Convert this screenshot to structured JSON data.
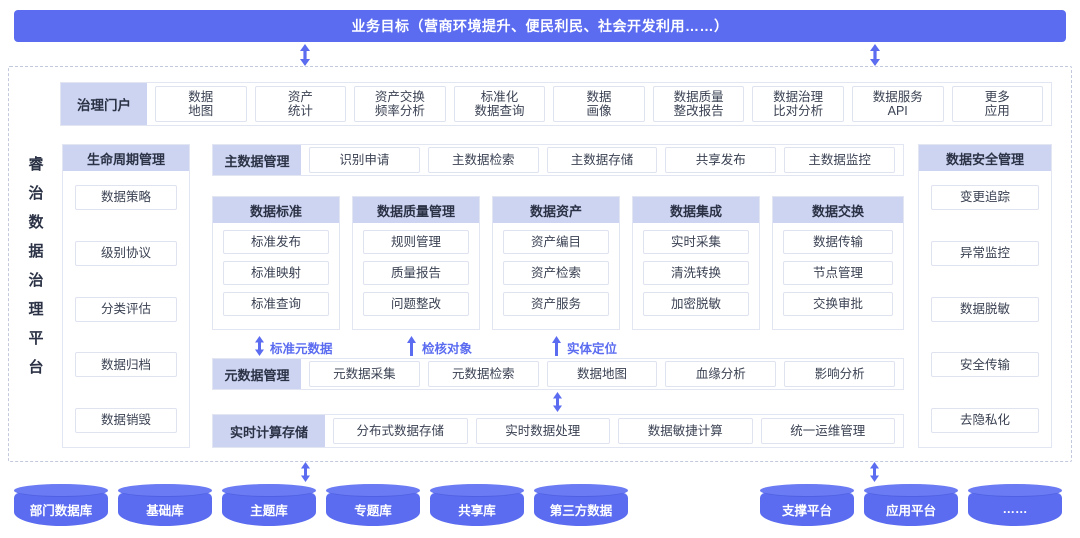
{
  "banner": {
    "title": "业务目标（营商环境提升、便民利民、社会开发利用……）",
    "accent": "#5b6cf0"
  },
  "platform": {
    "vertical_title": "睿治数据治理平台",
    "vertical_chars": [
      "睿",
      "治",
      "数",
      "据",
      "治",
      "理",
      "平",
      "台"
    ]
  },
  "portal": {
    "head": "治理门户",
    "items": [
      "数据\n地图",
      "资产\n统计",
      "资产交换\n频率分析",
      "标准化\n数据查询",
      "数据\n画像",
      "数据质量\n整改报告",
      "数据治理\n比对分析",
      "数据服务\nAPI",
      "更多\n应用"
    ]
  },
  "lifecycle": {
    "head": "生命周期管理",
    "items": [
      "数据策略",
      "级别协议",
      "分类评估",
      "数据归档",
      "数据销毁"
    ]
  },
  "master_data": {
    "head": "主数据管理",
    "items": [
      "识别申请",
      "主数据检索",
      "主数据存储",
      "共享发布",
      "主数据监控"
    ]
  },
  "columns": [
    {
      "head": "数据标准",
      "items": [
        "标准发布",
        "标准映射",
        "标准查询"
      ]
    },
    {
      "head": "数据质量管理",
      "items": [
        "规则管理",
        "质量报告",
        "问题整改"
      ]
    },
    {
      "head": "数据资产",
      "items": [
        "资产编目",
        "资产检索",
        "资产服务"
      ]
    },
    {
      "head": "数据集成",
      "items": [
        "实时采集",
        "清洗转换",
        "加密脱敏"
      ]
    },
    {
      "head": "数据交换",
      "items": [
        "数据传输",
        "节点管理",
        "交换审批"
      ]
    }
  ],
  "annotations": [
    {
      "label": "标准元数据",
      "arrow": "double"
    },
    {
      "label": "检核对象",
      "arrow": "up"
    },
    {
      "label": "实体定位",
      "arrow": "up"
    }
  ],
  "metadata": {
    "head": "元数据管理",
    "items": [
      "元数据采集",
      "元数据检索",
      "数据地图",
      "血缘分析",
      "影响分析"
    ]
  },
  "realtime": {
    "head": "实时计算存储",
    "items": [
      "分布式数据存储",
      "实时数据处理",
      "数据敏捷计算",
      "统一运维管理"
    ]
  },
  "security": {
    "head": "数据安全管理",
    "items": [
      "变更追踪",
      "异常监控",
      "数据脱敏",
      "安全传输",
      "去隐私化"
    ]
  },
  "sources": {
    "left": [
      "部门数据库",
      "基础库",
      "主题库",
      "专题库",
      "共享库",
      "第三方数据"
    ],
    "right": [
      "支撑平台",
      "应用平台",
      "……"
    ]
  }
}
